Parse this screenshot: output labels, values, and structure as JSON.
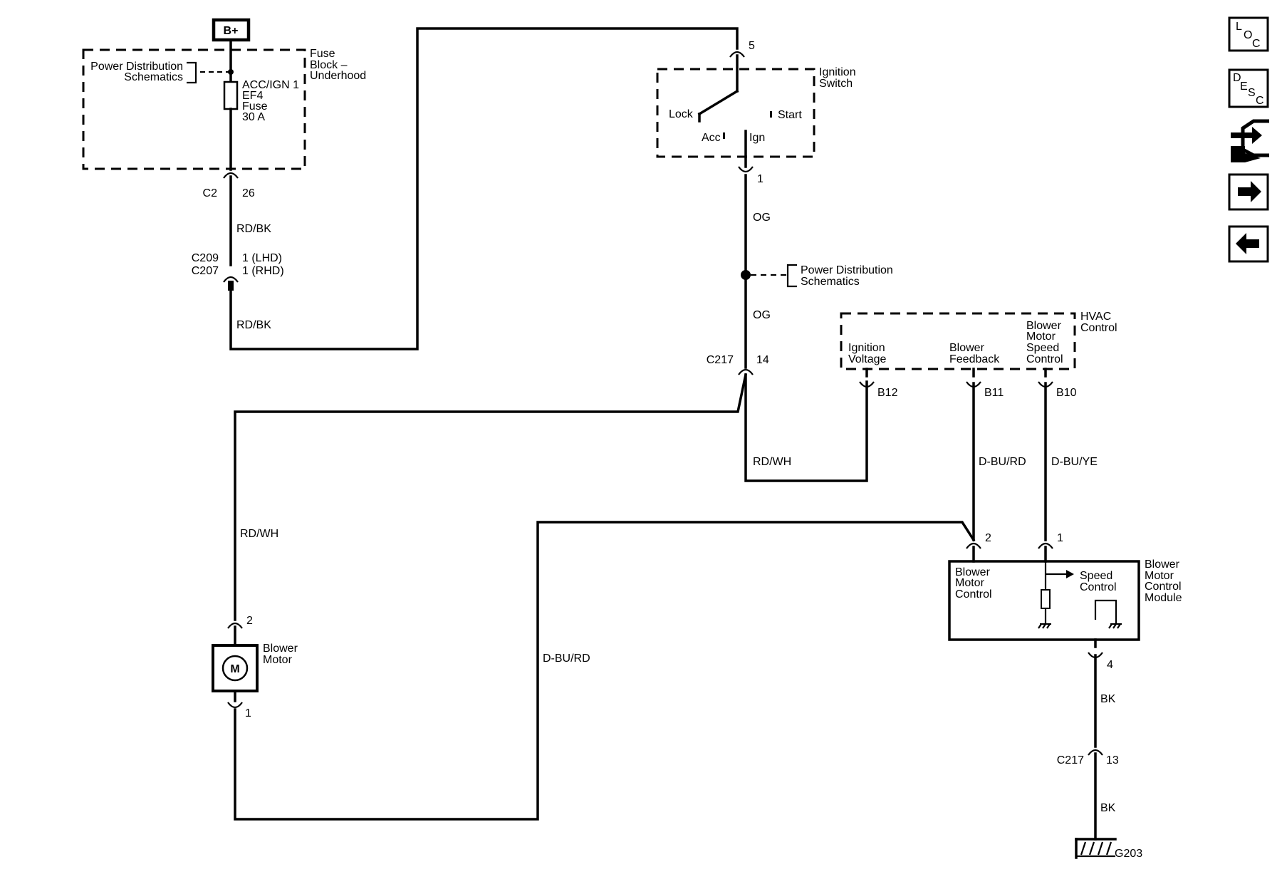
{
  "power": {
    "b_plus": "B+"
  },
  "fuse_block": {
    "title": [
      "Fuse",
      "Block –",
      "Underhood"
    ],
    "power_ref": [
      "Power Distribution",
      "Schematics"
    ],
    "fuse_label": [
      "ACC/IGN 1",
      "EF4",
      "Fuse",
      "30 A"
    ]
  },
  "connectors": {
    "c2": "C2",
    "c2_pin": "26",
    "c209": "C209",
    "c207": "C207",
    "c209_pin": "1 (LHD)",
    "c207_pin": "1 (RHD)",
    "c217_top": "C217",
    "c217_top_pin": "14",
    "c217_bot": "C217",
    "c217_bot_pin": "13"
  },
  "wires": {
    "rdbk_1": "RD/BK",
    "rdbk_2": "RD/BK",
    "og_1": "OG",
    "og_2": "OG",
    "rdwh_right": "RD/WH",
    "rdwh_left": "RD/WH",
    "dburd_right": "D-BU/RD",
    "dbuye": "D-BU/YE",
    "dburd_long": "D-BU/RD",
    "bk_1": "BK",
    "bk_2": "BK"
  },
  "ignition_switch": {
    "title": [
      "Ignition",
      "Switch"
    ],
    "pin_top": "5",
    "pin_bottom": "1",
    "lock": "Lock",
    "acc": "Acc",
    "ign": "Ign",
    "start": "Start"
  },
  "splice_ref": [
    "Power Distribution",
    "Schematics"
  ],
  "hvac": {
    "title": [
      "HVAC",
      "Control"
    ],
    "ign_voltage": [
      "Ignition",
      "Voltage"
    ],
    "blower_feedback": [
      "Blower",
      "Feedback"
    ],
    "blower_speed": [
      "Blower",
      "Motor",
      "Speed",
      "Control"
    ],
    "pin_b12": "B12",
    "pin_b11": "B11",
    "pin_b10": "B10"
  },
  "module": {
    "title": [
      "Blower",
      "Motor",
      "Control",
      "Module"
    ],
    "inner_left": [
      "Blower",
      "Motor",
      "Control"
    ],
    "speed_control": [
      "Speed",
      "Control"
    ],
    "pin_2": "2",
    "pin_1": "1",
    "pin_4": "4"
  },
  "motor": {
    "title": [
      "Blower",
      "Motor"
    ],
    "symbol": "M",
    "pin_2": "2",
    "pin_1": "1"
  },
  "ground": {
    "label": "G203"
  },
  "nav": {
    "loc": {
      "a": "L",
      "b": "O",
      "c": "C",
      "icon": "loc-icon"
    },
    "desc": {
      "a": "D",
      "b": "E",
      "c": "S",
      "d": "C",
      "icon": "desc-icon"
    },
    "connector_icon": "connector-icon",
    "next_icon": "arrow-right-icon",
    "prev_icon": "arrow-left-icon"
  }
}
